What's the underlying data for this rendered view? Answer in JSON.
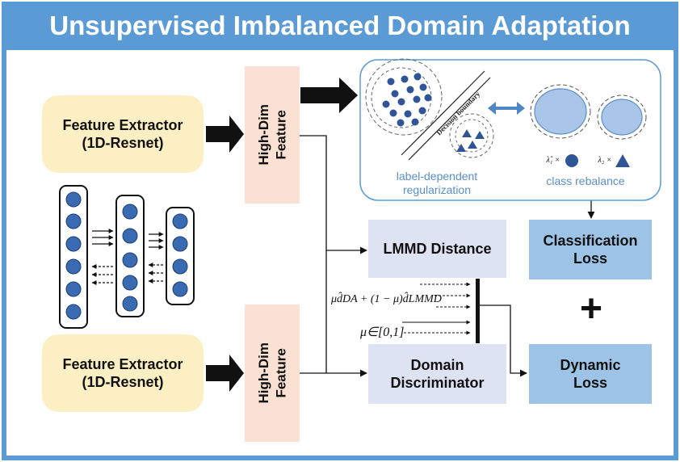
{
  "title": "Unsupervised Imbalanced Domain Adaptation",
  "extractor_top": "Feature Extractor\n(1D-Resnet)",
  "extractor_bottom": "Feature Extractor\n(1D-Resnet)",
  "feature_top": "High-Dim\nFeature",
  "feature_bottom": "High-Dim\nFeature",
  "lmmd": "LMMD Distance",
  "domain_disc": "Domain\nDiscriminator",
  "cls_loss": "Classification\nLoss",
  "dyn_loss": "Dynamic\nLoss",
  "plus": "+",
  "label_dep": "label-dependent\nregularization",
  "class_reb": "class rebalance",
  "decision_boundary": "Decision boundary",
  "lambda1": "λ̂₁ ×",
  "lambda2": "λ₂ ×",
  "formula_1": "μd̂DA + (1 − μ)d̂LMMD",
  "formula_2": "μ∈[0,1]",
  "colors": {
    "header_blue": "#5b9bd5",
    "extractor_fill": "#fdefc4",
    "feature_fill": "#fbe1d3",
    "light_box": "#dde3f3",
    "loss_box": "#9dc3e6",
    "dot_blue": "#2f5597",
    "ellipse_fill": "#a9c6e8"
  },
  "icons": [
    "right-arrow-icon",
    "double-arrow-icon",
    "plus-icon"
  ]
}
